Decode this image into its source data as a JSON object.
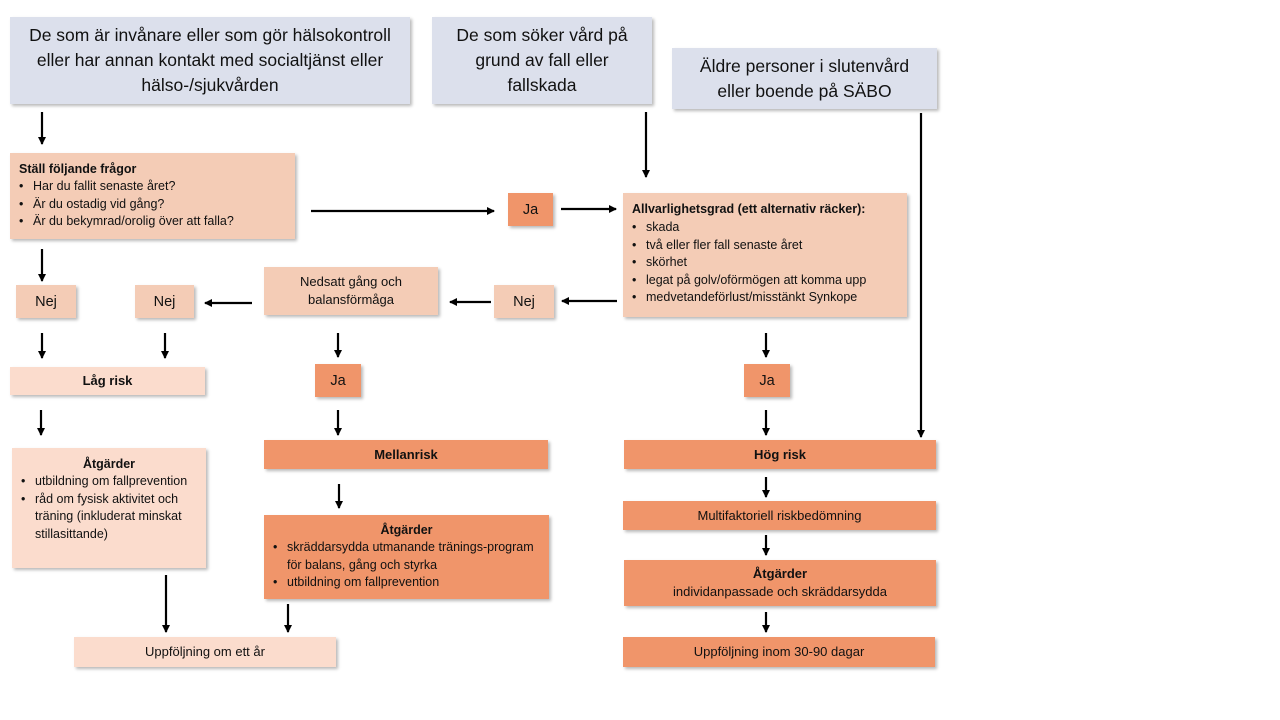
{
  "population": {
    "residents": "De som är invånare eller som gör hälsokontroll eller har annan kontakt med socialtjänst eller hälso-/sjukvården",
    "care_seekers": "De som söker vård på grund av fall eller fallskada",
    "elderly": "Äldre personer i slutenvård eller boende på SÄBO"
  },
  "questions": {
    "title": "Ställ följande frågor",
    "items": [
      "Har du fallit senaste året?",
      "Är du ostadig vid gång?",
      "Är du bekymrad/orolig över att falla?"
    ]
  },
  "severity": {
    "title": "Allvarlighetsgrad (ett alternativ räcker):",
    "items": [
      "skada",
      "två eller fler fall senaste året",
      "skörhet",
      "legat på golv/oförmögen att komma upp",
      "medvetandeförlust/misstänkt Synkope"
    ]
  },
  "answers": {
    "yes": "Ja",
    "no": "Nej"
  },
  "gait_balance": "Nedsatt gång och balansförmåga",
  "risk": {
    "low": "Låg risk",
    "medium": "Mellanrisk",
    "high": "Hög risk"
  },
  "measures": {
    "title": "Åtgärder",
    "low_items": [
      "utbildning om fallprevention",
      "råd om fysisk aktivitet och träning (inkluderat minskat stillasittande)"
    ],
    "medium_items": [
      "skräddarsydda utmanande tränings-program för balans, gång och styrka",
      "utbildning om fallprevention"
    ],
    "high_subtitle": "individanpassade och skräddarsydda"
  },
  "multifactorial": "Multifaktoriell riskbedömning",
  "followup": {
    "one_year": "Uppföljning om ett år",
    "days": "Uppföljning inom 30-90 dagar"
  },
  "colors": {
    "population_box": "#dce0ec",
    "question_box": "#f4ccb6",
    "low_risk_box": "#fbdccd",
    "high_risk_box": "#f0956a"
  }
}
